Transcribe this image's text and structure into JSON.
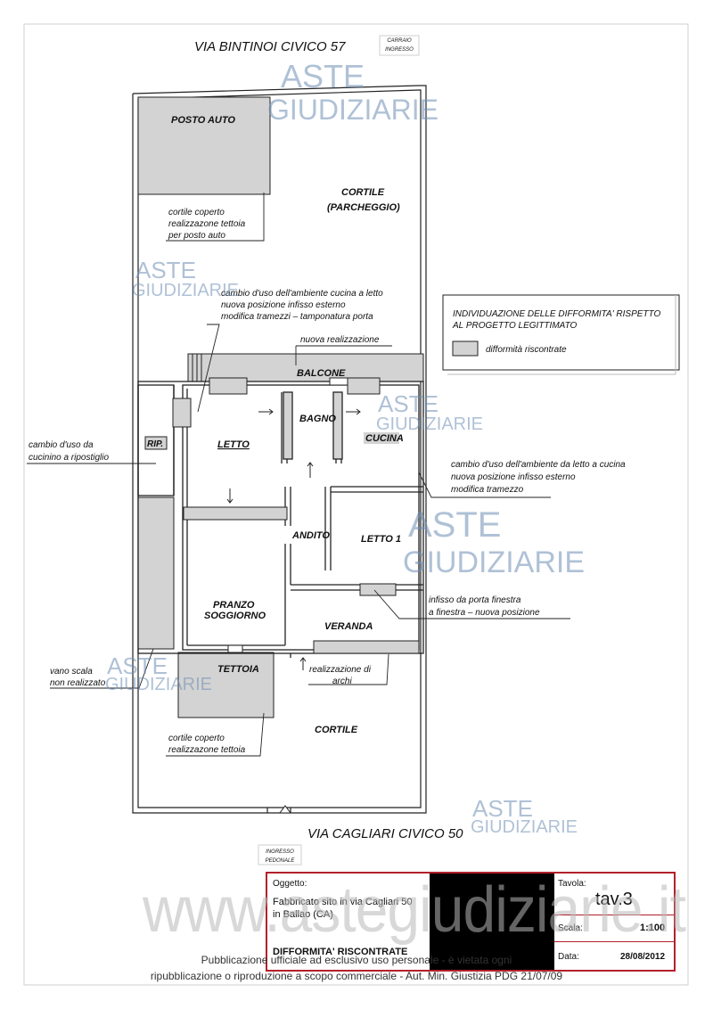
{
  "streets": {
    "top": "VIA BINTINOI CIVICO 57",
    "bottom": "VIA CAGLIARI CIVICO 50"
  },
  "entrances": {
    "carraio_line1": "CARRAIO",
    "carraio_line2": "INGRESSO",
    "pedonale_line1": "INGRESSO",
    "pedonale_line2": "PEDONALE"
  },
  "rooms": {
    "posto_auto": "POSTO AUTO",
    "cortile_top": "CORTILE",
    "parcheggio": "(PARCHEGGIO)",
    "balcone": "BALCONE",
    "rip": "RIP.",
    "letto": "LETTO",
    "bagno": "BAGNO",
    "cucina": "CUCINA",
    "andito": "ANDITO",
    "letto1": "LETTO 1",
    "pranzo": "PRANZO",
    "soggiorno": "SOGGIORNO",
    "veranda": "VERANDA",
    "tettoia": "TETTOIA",
    "cortile_bottom": "CORTILE"
  },
  "notes": {
    "posto_auto_note": [
      "cortile coperto",
      "realizzazone tettoia",
      "per posto auto"
    ],
    "letto_note": [
      "cambio d'uso dell'ambiente cucina a letto",
      "nuova posizione infisso esterno",
      "modifica tramezzi – tamponatura porta"
    ],
    "balcone_note": "nuova realizzazione",
    "rip_note": [
      "cambio d'uso da",
      "cucinino a ripostiglio"
    ],
    "cucina_note": [
      "cambio d'uso dell'ambiente da letto a cucina",
      "nuova posizione infisso esterno",
      "modifica tramezzo"
    ],
    "infisso_note": [
      "infisso da porta finestra",
      "a finestra – nuova posizione"
    ],
    "scala_note": [
      "vano scala",
      "non realizzato"
    ],
    "archi_note": [
      "realizzazione di",
      "archi"
    ],
    "tettoia_note": [
      "cortile coperto",
      "realizzazone tettoia"
    ]
  },
  "legend": {
    "title_line1": "INDIVIDUAZIONE DELLE DIFFORMITA' RISPETTO",
    "title_line2": "AL PROGETTO LEGITTIMATO",
    "item": "difformità riscontrate"
  },
  "title_block": {
    "oggetto_label": "Oggetto:",
    "oggetto_line1": "Fabbricato sito in via  Cagliari 50",
    "oggetto_line2": "in Ballao (CA)",
    "heading": "DIFFORMITA' RISCONTRATE",
    "tavola_label": "Tavola:",
    "tavola_value": "tav.3",
    "scala_label": "Scala:",
    "scala_value": "1:100",
    "data_label": "Data:",
    "data_value": "28/08/2012"
  },
  "watermark": {
    "aste": "ASTE",
    "giudiziarie": "GIUDIZIARIE",
    "site": "www.astegiudiziarie.it"
  },
  "footer": {
    "line1": "Pubblicazione ufficiale ad esclusivo uso personale - è vietata ogni",
    "line2": "ripubblicazione o riproduzione a scopo commerciale - Aut. Min. Giustizia PDG 21/07/09"
  },
  "colors": {
    "difformita_fill": "#d3d3d3",
    "wall": "#222222",
    "titleblock_border": "#b3202a",
    "watermark": "#6f8fb5"
  }
}
